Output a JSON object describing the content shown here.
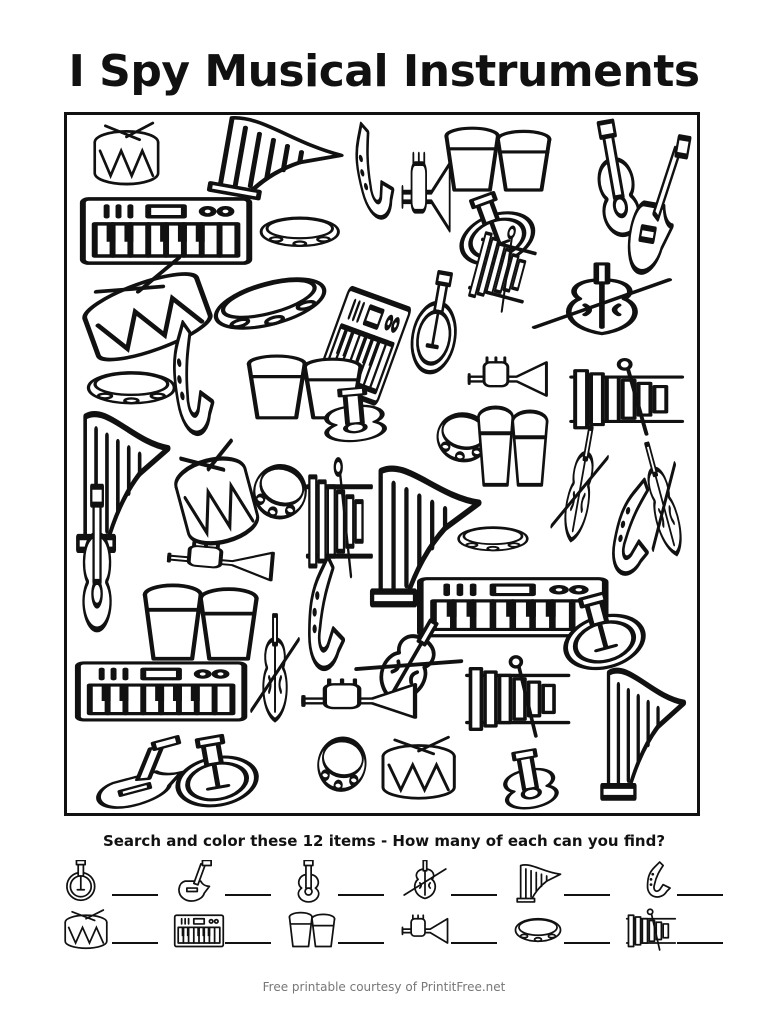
{
  "page": {
    "title": "I Spy Musical Instruments",
    "instructions": "Search and color these 12 items - How many of each can you find?",
    "footer": "Free printable courtesy of PrintitFree.net"
  },
  "key_items": [
    {
      "name": "banjo",
      "icon": "banjo-icon"
    },
    {
      "name": "electric guitar",
      "icon": "electric-guitar-icon"
    },
    {
      "name": "acoustic guitar",
      "icon": "acoustic-guitar-icon"
    },
    {
      "name": "violin",
      "icon": "violin-icon"
    },
    {
      "name": "harp",
      "icon": "harp-icon"
    },
    {
      "name": "saxophone",
      "icon": "saxophone-icon"
    },
    {
      "name": "drum",
      "icon": "drum-icon"
    },
    {
      "name": "keyboard",
      "icon": "keyboard-icon"
    },
    {
      "name": "bongos",
      "icon": "bongos-icon"
    },
    {
      "name": "trumpet",
      "icon": "trumpet-icon"
    },
    {
      "name": "tambourine",
      "icon": "tambourine-icon"
    },
    {
      "name": "xylophone",
      "icon": "xylophone-icon"
    }
  ],
  "scene_items": [
    {
      "icon": "drum-icon"
    },
    {
      "icon": "harp-icon"
    },
    {
      "icon": "saxophone-icon"
    },
    {
      "icon": "trumpet-icon"
    },
    {
      "icon": "bongos-icon"
    },
    {
      "icon": "acoustic-guitar-icon"
    },
    {
      "icon": "electric-guitar-icon"
    },
    {
      "icon": "keyboard-icon"
    },
    {
      "icon": "tambourine-icon"
    },
    {
      "icon": "banjo-icon"
    },
    {
      "icon": "xylophone-icon"
    },
    {
      "icon": "violin-icon"
    },
    {
      "icon": "drum-icon"
    },
    {
      "icon": "tambourine-icon"
    },
    {
      "icon": "keyboard-icon"
    },
    {
      "icon": "banjo-icon"
    },
    {
      "icon": "saxophone-icon"
    },
    {
      "icon": "tambourine-icon"
    },
    {
      "icon": "bongos-icon"
    },
    {
      "icon": "trumpet-icon"
    },
    {
      "icon": "xylophone-icon"
    },
    {
      "icon": "harp-icon"
    },
    {
      "icon": "drum-icon"
    },
    {
      "icon": "tambourine-icon"
    },
    {
      "icon": "acoustic-guitar-icon"
    },
    {
      "icon": "tambourine-icon"
    },
    {
      "icon": "bongos-icon"
    },
    {
      "icon": "violin-icon"
    },
    {
      "icon": "violin-icon"
    },
    {
      "icon": "acoustic-guitar-icon"
    },
    {
      "icon": "xylophone-icon"
    },
    {
      "icon": "harp-icon"
    },
    {
      "icon": "tambourine-icon"
    },
    {
      "icon": "saxophone-icon"
    },
    {
      "icon": "trumpet-icon"
    },
    {
      "icon": "saxophone-icon"
    },
    {
      "icon": "keyboard-icon"
    },
    {
      "icon": "bongos-icon"
    },
    {
      "icon": "violin-icon"
    },
    {
      "icon": "violin-icon"
    },
    {
      "icon": "banjo-icon"
    },
    {
      "icon": "keyboard-icon"
    },
    {
      "icon": "trumpet-icon"
    },
    {
      "icon": "xylophone-icon"
    },
    {
      "icon": "harp-icon"
    },
    {
      "icon": "tambourine-icon"
    },
    {
      "icon": "drum-icon"
    },
    {
      "icon": "electric-guitar-icon"
    },
    {
      "icon": "banjo-icon"
    },
    {
      "icon": "acoustic-guitar-icon"
    }
  ]
}
